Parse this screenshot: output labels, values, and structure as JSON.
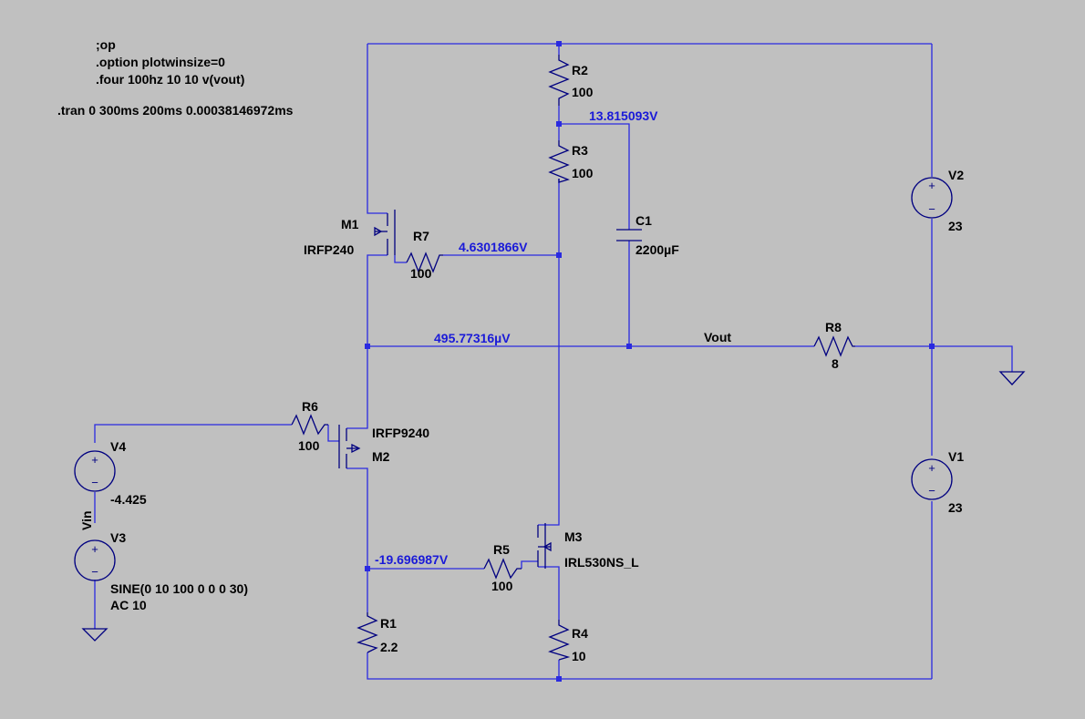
{
  "directives": {
    "line1": ";op",
    "line2": ".option plotwinsize=0",
    "line3": ".four 100hz 10 10 v(vout)",
    "line4": ".tran 0 300ms 200ms 0.00038146972ms"
  },
  "voltages": {
    "r2_r3_node": "13.815093V",
    "r7_node": "4.6301866V",
    "out_node": "495.77316µV",
    "r5_node": "-19.696987V"
  },
  "nets": {
    "vout": "Vout",
    "vin": "Vin"
  },
  "components": {
    "r1": {
      "name": "R1",
      "value": "2.2"
    },
    "r2": {
      "name": "R2",
      "value": "100"
    },
    "r3": {
      "name": "R3",
      "value": "100"
    },
    "r4": {
      "name": "R4",
      "value": "10"
    },
    "r5": {
      "name": "R5",
      "value": "100"
    },
    "r6": {
      "name": "R6",
      "value": "100"
    },
    "r7": {
      "name": "R7",
      "value": "100"
    },
    "r8": {
      "name": "R8",
      "value": "8"
    },
    "c1": {
      "name": "C1",
      "value": "2200µF"
    },
    "m1": {
      "name": "M1",
      "value": "IRFP240"
    },
    "m2": {
      "name": "M2",
      "value": "IRFP9240"
    },
    "m3": {
      "name": "M3",
      "value": "IRL530NS_L"
    },
    "v1": {
      "name": "V1",
      "value": "23"
    },
    "v2": {
      "name": "V2",
      "value": "23"
    },
    "v3": {
      "name": "V3",
      "value": "SINE(0 10 100 0 0 0 30)",
      "value2": "AC 10"
    },
    "v4": {
      "name": "V4",
      "value": "-4.425"
    }
  },
  "colors": {
    "background": "#c0c0c0",
    "wire": "#2a2ae0",
    "component": "#000080",
    "voltage_label": "#1a1ad8"
  }
}
